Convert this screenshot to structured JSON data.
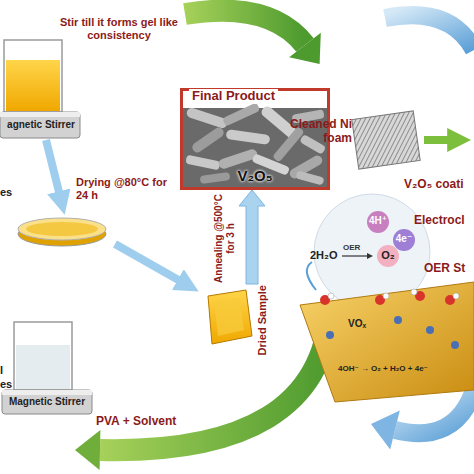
{
  "diagram": {
    "nodes": [
      {
        "text": [
          "Final Product",
          "V₂O₅"
        ]
      },
      {
        "text": [
          "Dried Sample"
        ]
      }
    ],
    "edges": [
      {
        "from": 1,
        "to": 0,
        "arrow": "to",
        "label": "Annealing @500°C for 3 h"
      }
    ],
    "labels": [
      "Stir till it forms gel like consistency",
      "agnetic Stirrer",
      "Drying @80°C for 24 h",
      "es",
      "l",
      "es",
      "Magnetic Stirrer",
      "PVA + Solvent",
      "Cleaned Ni foam",
      "V₂O₅ coati",
      "Electrocl",
      "OER St",
      "2H₂O",
      "OER",
      "O₂",
      "4e⁻",
      "4H⁺",
      "VOₓ",
      "4OH⁻ → O₂ + H₂O + 4e⁻"
    ]
  }
}
